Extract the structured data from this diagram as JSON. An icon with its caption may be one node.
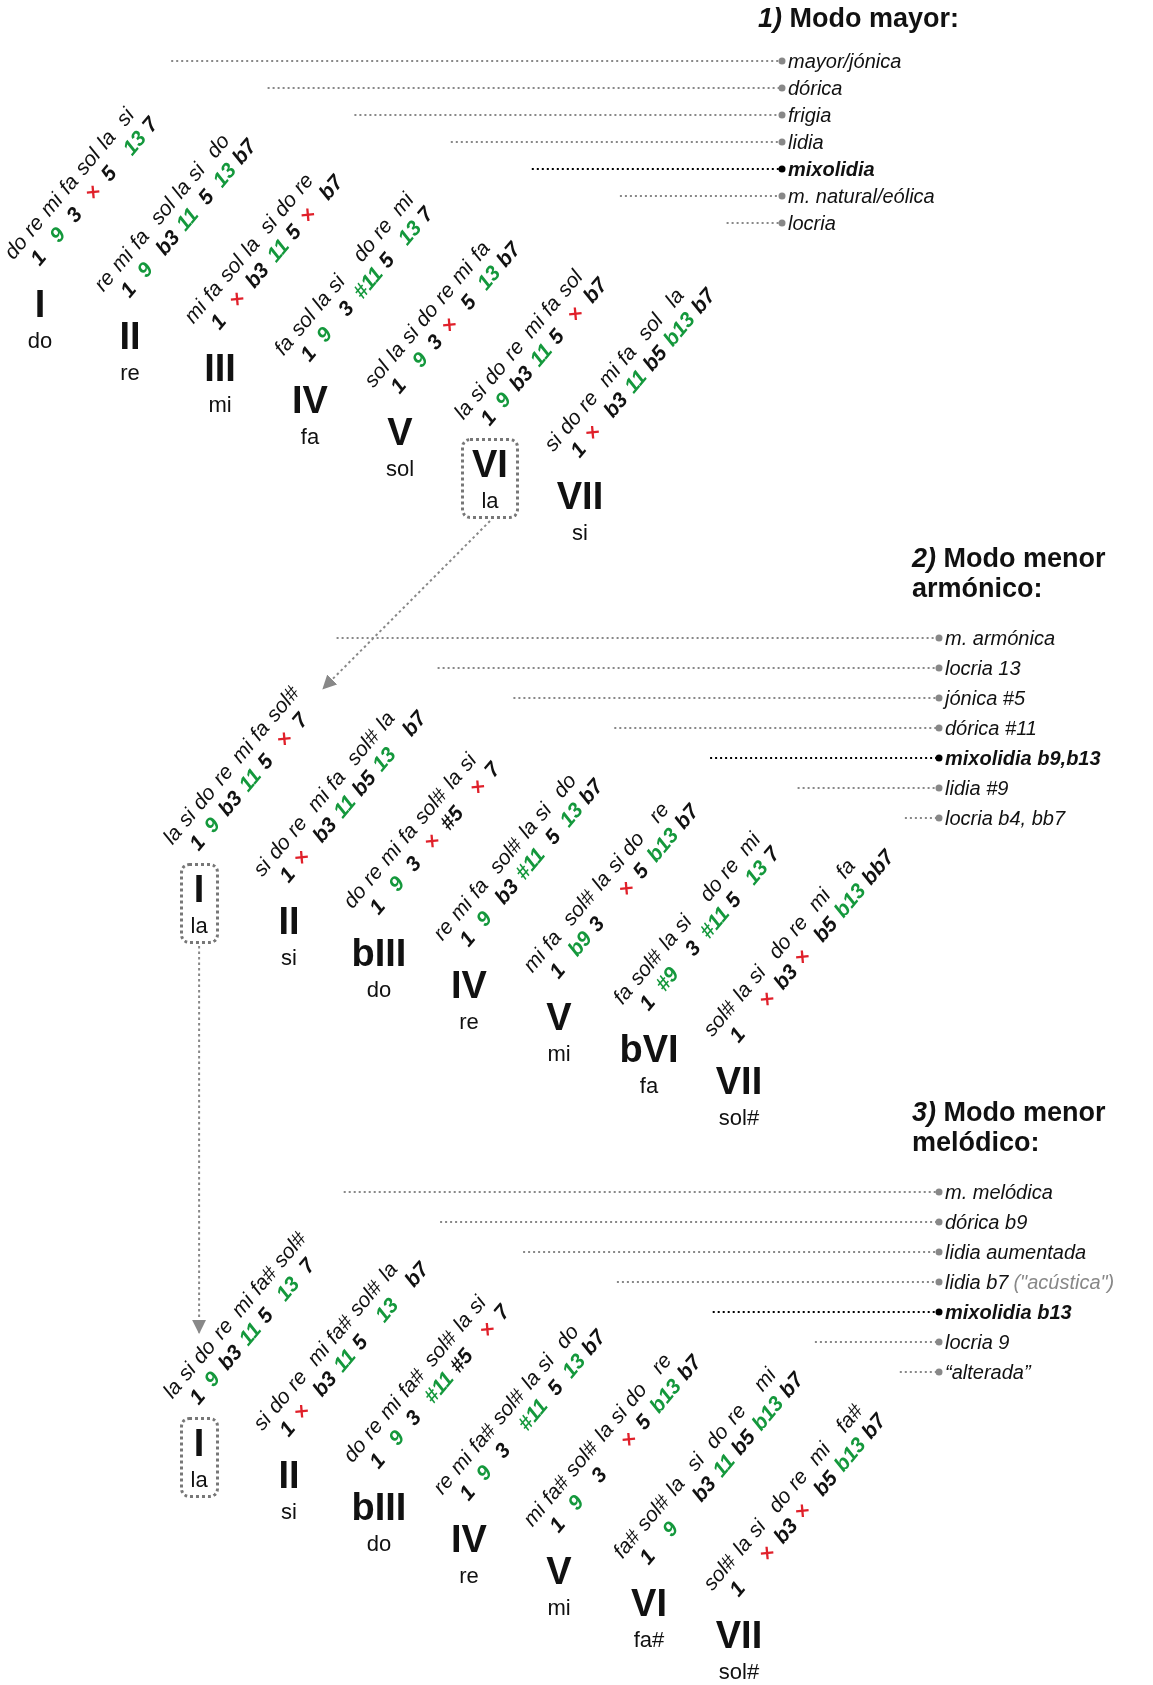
{
  "diagram": {
    "nodes": [
      {
        "text": [
          "I",
          "do"
        ]
      },
      {
        "text": [
          "do re mi fa sol la si",
          "1 9 3 × 5 13 7"
        ]
      },
      {
        "text": [
          "II",
          "re"
        ]
      },
      {
        "text": [
          "re mi fa sol la si do",
          "1 9 b3 11 5 13 b7"
        ]
      },
      {
        "text": [
          "III",
          "mi"
        ]
      },
      {
        "text": [
          "mi fa sol la si do re",
          "1 × b3 11 5 × b7"
        ]
      },
      {
        "text": [
          "IV",
          "fa"
        ]
      },
      {
        "text": [
          "fa sol la si do re mi",
          "1 9 3 #11 5 13 7"
        ]
      },
      {
        "text": [
          "V",
          "sol"
        ]
      },
      {
        "text": [
          "sol la si do re mi fa",
          "1 9 3 × 5 13 b7"
        ]
      },
      {
        "text": [
          "VI",
          "la"
        ]
      },
      {
        "text": [
          "la si do re mi fa sol",
          "1 9 b3 11 5 × b7"
        ]
      },
      {
        "text": [
          "VII",
          "si"
        ]
      },
      {
        "text": [
          "si do re mi fa sol la",
          "1 × b3 11 b5 b13 b7"
        ]
      },
      {
        "text": [
          "mayor/jónica"
        ]
      },
      {
        "text": [
          "dórica"
        ]
      },
      {
        "text": [
          "frigia"
        ]
      },
      {
        "text": [
          "lidia"
        ]
      },
      {
        "text": [
          "mixolidia"
        ]
      },
      {
        "text": [
          "m. natural/eólica"
        ]
      },
      {
        "text": [
          "locria"
        ]
      },
      {
        "text": [
          "I",
          "la"
        ]
      },
      {
        "text": [
          "la si do re mi fa sol#",
          "1 9 b3 11 5 × 7"
        ]
      },
      {
        "text": [
          "II",
          "si"
        ]
      },
      {
        "text": [
          "si do re mi fa sol# la",
          "1 × b3 11 b5 13 b7"
        ]
      },
      {
        "text": [
          "bIII",
          "do"
        ]
      },
      {
        "text": [
          "do re mi fa sol# la si",
          "1 9 3 × #5 × 7"
        ]
      },
      {
        "text": [
          "IV",
          "re"
        ]
      },
      {
        "text": [
          "re mi fa sol# la si do",
          "1 9 b3 #11 5 13 b7"
        ]
      },
      {
        "text": [
          "V",
          "mi"
        ]
      },
      {
        "text": [
          "mi fa sol# la si do re",
          "1 b9 3 × 5 b13 b7"
        ]
      },
      {
        "text": [
          "bVI",
          "fa"
        ]
      },
      {
        "text": [
          "fa sol# la si do re mi",
          "1 #9 3 #11 5 13 7"
        ]
      },
      {
        "text": [
          "VII",
          "sol#"
        ]
      },
      {
        "text": [
          "sol# la si do re mi fa",
          "1 × b3 × b5 b13 bb7"
        ]
      },
      {
        "text": [
          "m. armónica"
        ]
      },
      {
        "text": [
          "locria 13"
        ]
      },
      {
        "text": [
          "jónica #5"
        ]
      },
      {
        "text": [
          "dórica #11"
        ]
      },
      {
        "text": [
          "mixolidia b9,b13"
        ]
      },
      {
        "text": [
          "lidia #9"
        ]
      },
      {
        "text": [
          "locria b4, bb7"
        ]
      },
      {
        "text": [
          "I",
          "la"
        ]
      },
      {
        "text": [
          "la si do re mi fa# sol#",
          "1 9 b3 11 5 13 7"
        ]
      },
      {
        "text": [
          "II",
          "si"
        ]
      },
      {
        "text": [
          "si do re mi fa# sol# la",
          "1 × b3 11 5 13 b7"
        ]
      },
      {
        "text": [
          "bIII",
          "do"
        ]
      },
      {
        "text": [
          "do re mi fa# sol# la si",
          "1 9 3 #11 #5 × 7"
        ]
      },
      {
        "text": [
          "IV",
          "re"
        ]
      },
      {
        "text": [
          "re mi fa# sol# la si do",
          "1 9 3 #11 5 13 b7"
        ]
      },
      {
        "text": [
          "V",
          "mi"
        ]
      },
      {
        "text": [
          "mi fa# sol# la si do re",
          "1 9 3 × 5 b13 b7"
        ]
      },
      {
        "text": [
          "VI",
          "fa#"
        ]
      },
      {
        "text": [
          "fa# sol# la si do re mi",
          "1 9 b3 11 b5 b13 b7"
        ]
      },
      {
        "text": [
          "VII",
          "sol#"
        ]
      },
      {
        "text": [
          "sol# la si do re mi fa#",
          "1 × b3 × b5 b13 b7"
        ]
      },
      {
        "text": [
          "m. melódica"
        ]
      },
      {
        "text": [
          "dórica b9"
        ]
      },
      {
        "text": [
          "lidia aumentada"
        ]
      },
      {
        "text": [
          "lidia b7",
          "(\"acústica\")"
        ]
      },
      {
        "text": [
          "mixolidia b13"
        ]
      },
      {
        "text": [
          "locria 9"
        ]
      },
      {
        "text": [
          "“alterada”"
        ]
      }
    ],
    "edges": [
      {
        "from": 1,
        "to": 14,
        "arrow": "other",
        "style": "dashed"
      },
      {
        "from": 3,
        "to": 15,
        "arrow": "other",
        "style": "dashed"
      },
      {
        "from": 5,
        "to": 16,
        "arrow": "other",
        "style": "dashed"
      },
      {
        "from": 7,
        "to": 17,
        "arrow": "other",
        "style": "dashed"
      },
      {
        "from": 9,
        "to": 18,
        "arrow": "other",
        "style": "dashed",
        "color": "#000000"
      },
      {
        "from": 11,
        "to": 19,
        "arrow": "other",
        "style": "dashed"
      },
      {
        "from": 13,
        "to": 20,
        "arrow": "other",
        "style": "dashed"
      },
      {
        "from": 10,
        "to": 22,
        "arrow": "to",
        "style": "dashed"
      },
      {
        "from": 22,
        "to": 35,
        "arrow": "other",
        "style": "dashed"
      },
      {
        "from": 24,
        "to": 36,
        "arrow": "other",
        "style": "dashed"
      },
      {
        "from": 26,
        "to": 37,
        "arrow": "other",
        "style": "dashed"
      },
      {
        "from": 28,
        "to": 38,
        "arrow": "other",
        "style": "dashed"
      },
      {
        "from": 30,
        "to": 39,
        "arrow": "other",
        "style": "dashed",
        "color": "#000000"
      },
      {
        "from": 32,
        "to": 40,
        "arrow": "other",
        "style": "dashed"
      },
      {
        "from": 34,
        "to": 41,
        "arrow": "other",
        "style": "dashed"
      },
      {
        "from": 21,
        "to": 43,
        "arrow": "to",
        "style": "dashed"
      },
      {
        "from": 43,
        "to": 56,
        "arrow": "other",
        "style": "dashed"
      },
      {
        "from": 45,
        "to": 57,
        "arrow": "other",
        "style": "dashed"
      },
      {
        "from": 47,
        "to": 58,
        "arrow": "other",
        "style": "dashed"
      },
      {
        "from": 49,
        "to": 59,
        "arrow": "other",
        "style": "dashed"
      },
      {
        "from": 51,
        "to": 60,
        "arrow": "other",
        "style": "dashed",
        "color": "#000000"
      },
      {
        "from": 53,
        "to": 61,
        "arrow": "other",
        "style": "dashed"
      },
      {
        "from": 55,
        "to": 62,
        "arrow": "other",
        "style": "dashed"
      }
    ],
    "labels": [
      "*1)* Modo mayor:",
      "*2)* Modo menor armónico:",
      "*3)* Modo menor melódico:"
    ]
  }
}
